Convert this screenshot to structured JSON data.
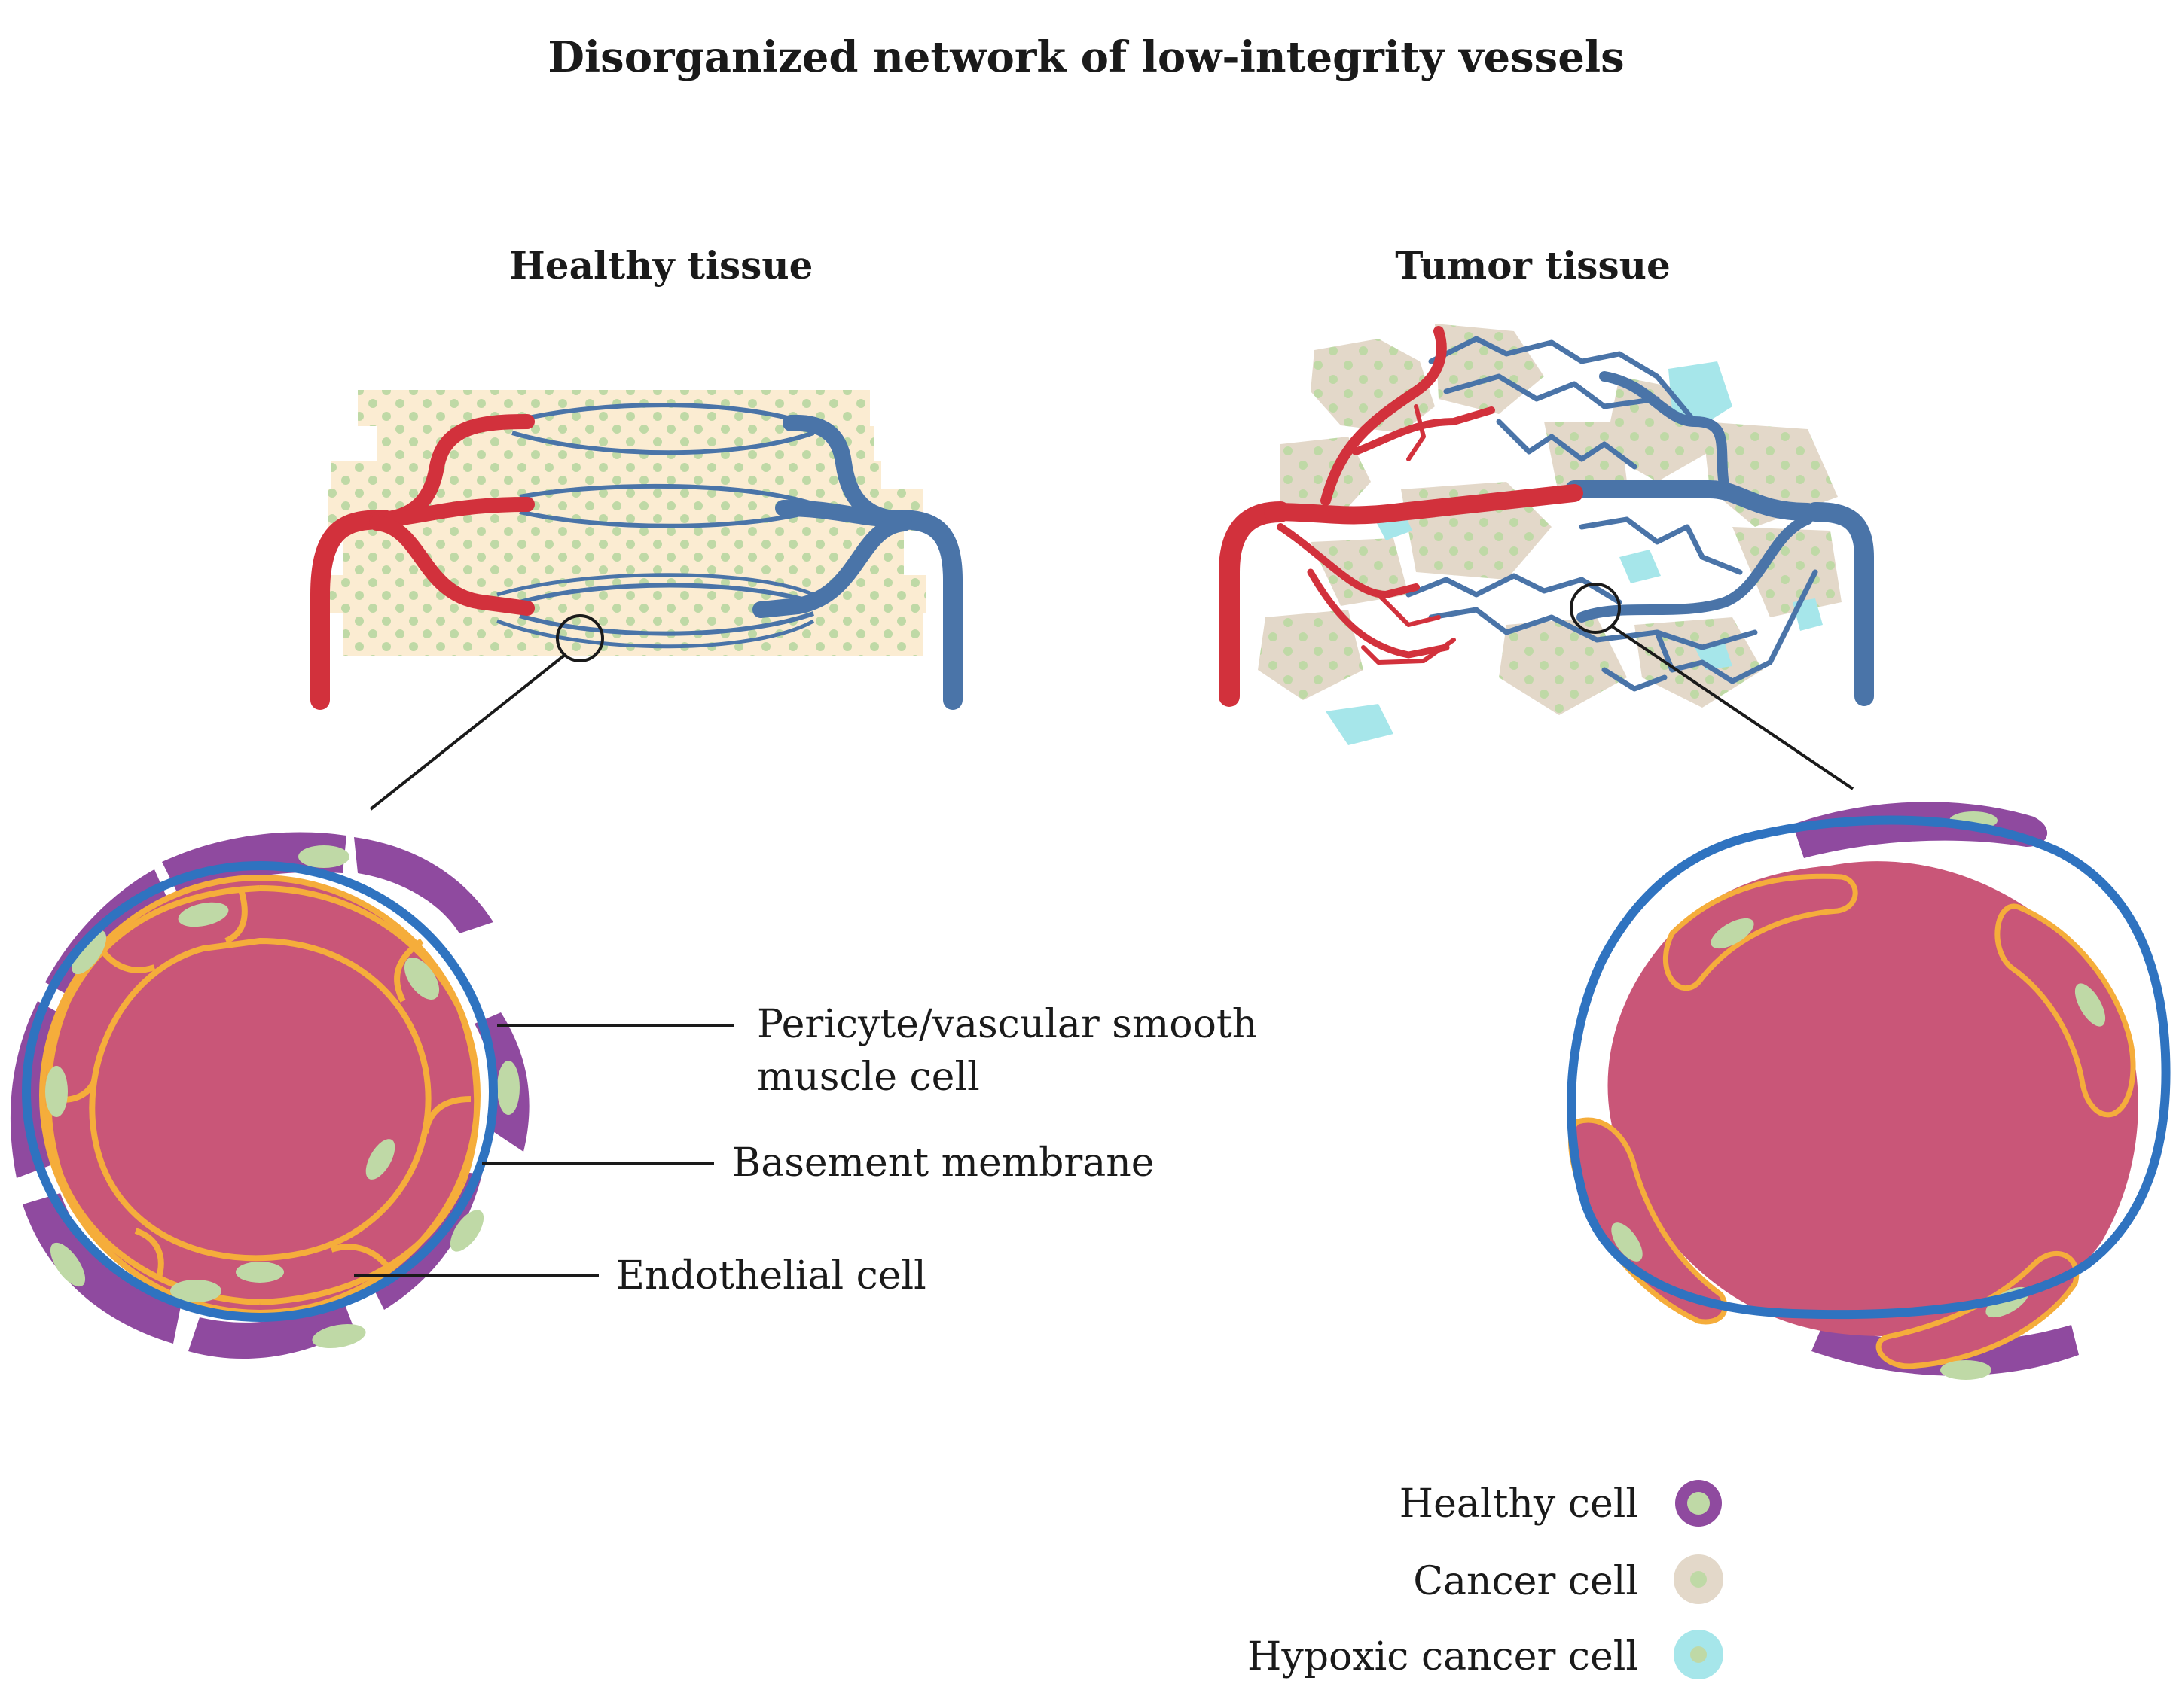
{
  "title": "Disorganized network of low-integrity vessels",
  "panels": {
    "healthy": {
      "title": "Healthy tissue"
    },
    "tumor": {
      "title": "Tumor tissue"
    }
  },
  "callouts": {
    "pericyte_line1": "Pericyte/vascular smooth",
    "pericyte_line2": "muscle cell",
    "basement": "Basement membrane",
    "endothelial": "Endothelial cell"
  },
  "legend": {
    "healthy_cell": "Healthy cell",
    "cancer_cell": "Cancer cell",
    "hypoxic_cell": "Hypoxic cancer cell"
  },
  "colors": {
    "artery": "#d2313c",
    "vein": "#4a74a8",
    "lumen": "#c95678",
    "endothelium_outline": "#f5ad3b",
    "nucleus": "#bfd9a6",
    "pericyte": "#8f4a9f",
    "healthy_tissue_bg": "#fbecd2",
    "cancer_tissue_bg": "#e3d8c9",
    "hypoxic": "#a6e6ea",
    "annotation_circle": "#2f73c0"
  }
}
